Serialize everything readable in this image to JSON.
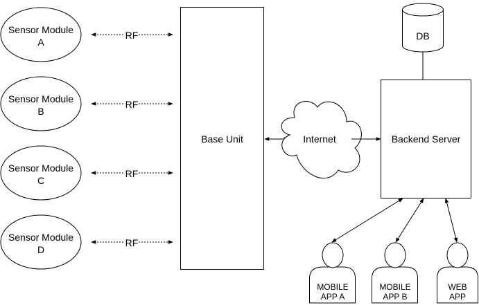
{
  "sensors": [
    {
      "line1": "Sensor Module",
      "line2": "A",
      "link": "RF"
    },
    {
      "line1": "Sensor Module",
      "line2": "B",
      "link": "RF"
    },
    {
      "line1": "Sensor Module",
      "line2": "C",
      "link": "RF"
    },
    {
      "line1": "Sensor Module",
      "line2": "D",
      "link": "RF"
    }
  ],
  "base_unit": "Base Unit",
  "internet": "Internet",
  "backend_server": "Backend Server",
  "database": "DB",
  "clients": [
    {
      "line1": "MOBILE",
      "line2": "APP A"
    },
    {
      "line1": "MOBILE",
      "line2": "APP B"
    },
    {
      "line1": "WEB",
      "line2": "APP"
    }
  ]
}
